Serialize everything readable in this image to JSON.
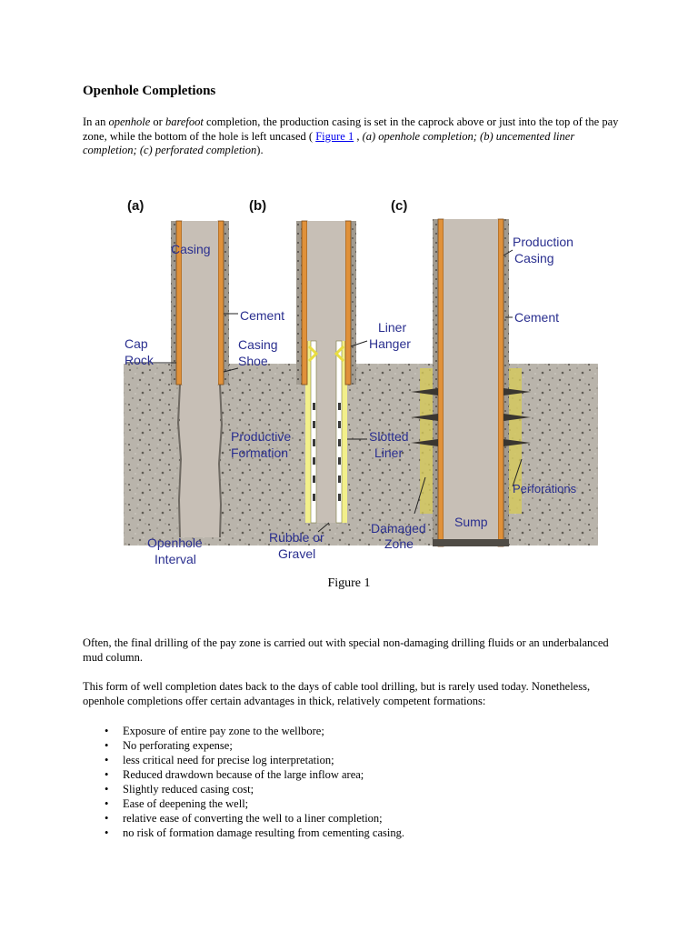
{
  "title": "Openhole Completions",
  "intro": {
    "t1": "In an ",
    "t2": "openhole",
    "t3": " or ",
    "t4": "barefoot",
    "t5": " completion, the production casing is set in the caprock above or just into the top of the pay zone, while the bottom of the hole is left uncased ( ",
    "link": "Figure 1",
    "t6": " , ",
    "t7": "(a) openhole completion; (b) uncemented liner completion; (c) perforated completion",
    "t8": ")."
  },
  "figure": {
    "panel_a": "(a)",
    "panel_b": "(b)",
    "panel_c": "(c)",
    "casing": "Casing",
    "cement": "Cement",
    "cap_rock_1": "Cap",
    "cap_rock_2": "Rock",
    "casing_shoe_1": "Casing",
    "casing_shoe_2": "Shoe",
    "productive_formation_1": "Productive",
    "productive_formation_2": "Formation",
    "openhole_interval_1": "Openhole",
    "openhole_interval_2": "Interval",
    "liner_hanger_1": "Liner",
    "liner_hanger_2": "Hanger",
    "slotted_liner_1": "Slotted",
    "slotted_liner_2": "Liner",
    "rubble_gravel_1": "Rubble or",
    "rubble_gravel_2": "Gravel",
    "damaged_zone_1": "Damaged",
    "damaged_zone_2": "Zone",
    "production_casing_1": "Production",
    "production_casing_2": "Casing",
    "cement_c": "Cement",
    "perforations": "Perforations",
    "sump": "Sump",
    "colors": {
      "label": "#2a2f8f",
      "steel": "#c7bfb6",
      "casing": "#e0913a",
      "formation": "#b9b4ab",
      "gravel": "#f2ef8a"
    }
  },
  "caption": "Figure 1",
  "para1": "Often, the final drilling of the pay zone is carried out with special non-damaging drilling fluids or an underbalanced mud column.",
  "para2": "This form of well completion dates back to the days of cable tool drilling, but is rarely used today. Nonetheless, openhole completions offer certain advantages in thick, relatively competent formations:",
  "bullets": [
    "Exposure of entire pay zone to the wellbore;",
    "No perforating expense;",
    "less critical need for precise log interpretation;",
    "Reduced drawdown because of the large inflow area;",
    "Slightly reduced casing cost;",
    "Ease of deepening the well;",
    "relative ease of converting the well to a liner completion;",
    "no risk of formation damage resulting from cementing casing."
  ]
}
